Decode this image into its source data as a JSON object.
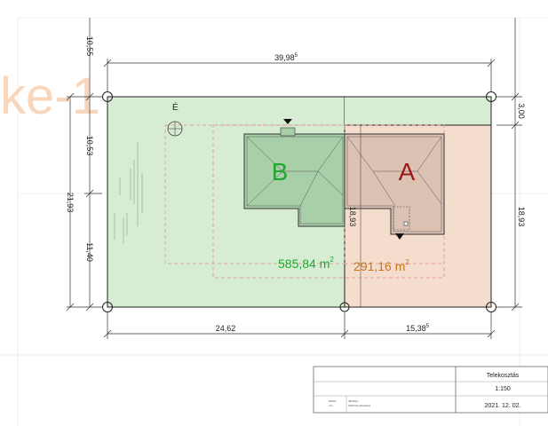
{
  "watermark": "ke-1",
  "north_label": "É",
  "dimensions": {
    "top_width": "39,98",
    "top_width_sup": "5",
    "bottom_left": "24,62",
    "bottom_right": "15,38",
    "bottom_right_sup": "5",
    "left_top": "10,55",
    "left_mid": "10,53",
    "left_total": "21,93",
    "left_bottom": "11,40",
    "right_top": "3,00",
    "right_total": "18,93",
    "inner_split": "18,93"
  },
  "lots": [
    {
      "letter": "B",
      "area": "585,84 m",
      "area_sup": "2",
      "color": "#22a832"
    },
    {
      "letter": "A",
      "area": "291,16 m",
      "area_sup": "2",
      "color": "#c8741c"
    }
  ],
  "house_letter_a_color": "#9a1a18",
  "fill_colors": {
    "lot_b": "#d6ecd3",
    "lot_a": "#f4ddcc",
    "house_b": "#a9cfa8",
    "house_a": "#dcc2b2"
  },
  "title_block": {
    "title": "Telekosztás",
    "scale": "1:150",
    "date": "2021. 12. 02.",
    "hrsz_label": "HRSZ",
    "hrsz_value": "4819/E1",
    "city_label": "cím",
    "city_value": "2330 Dunaharaszti"
  }
}
